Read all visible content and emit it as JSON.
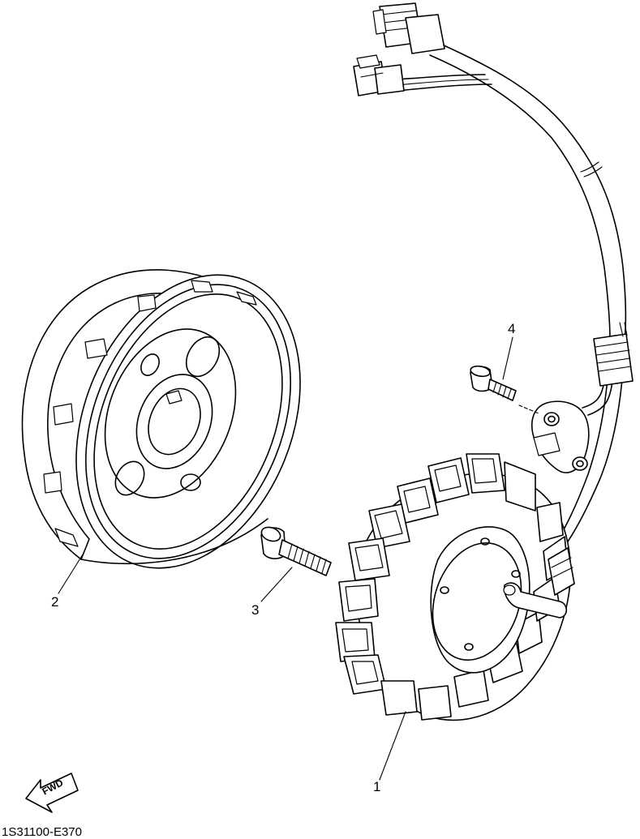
{
  "callouts": {
    "stator": "1",
    "rotor": "2",
    "stator_bolt": "3",
    "sensor_bolt": "4"
  },
  "direction_marker": "FWD",
  "diagram_code": "1S31100-E370",
  "colors": {
    "line": "#000000",
    "background": "#ffffff"
  }
}
